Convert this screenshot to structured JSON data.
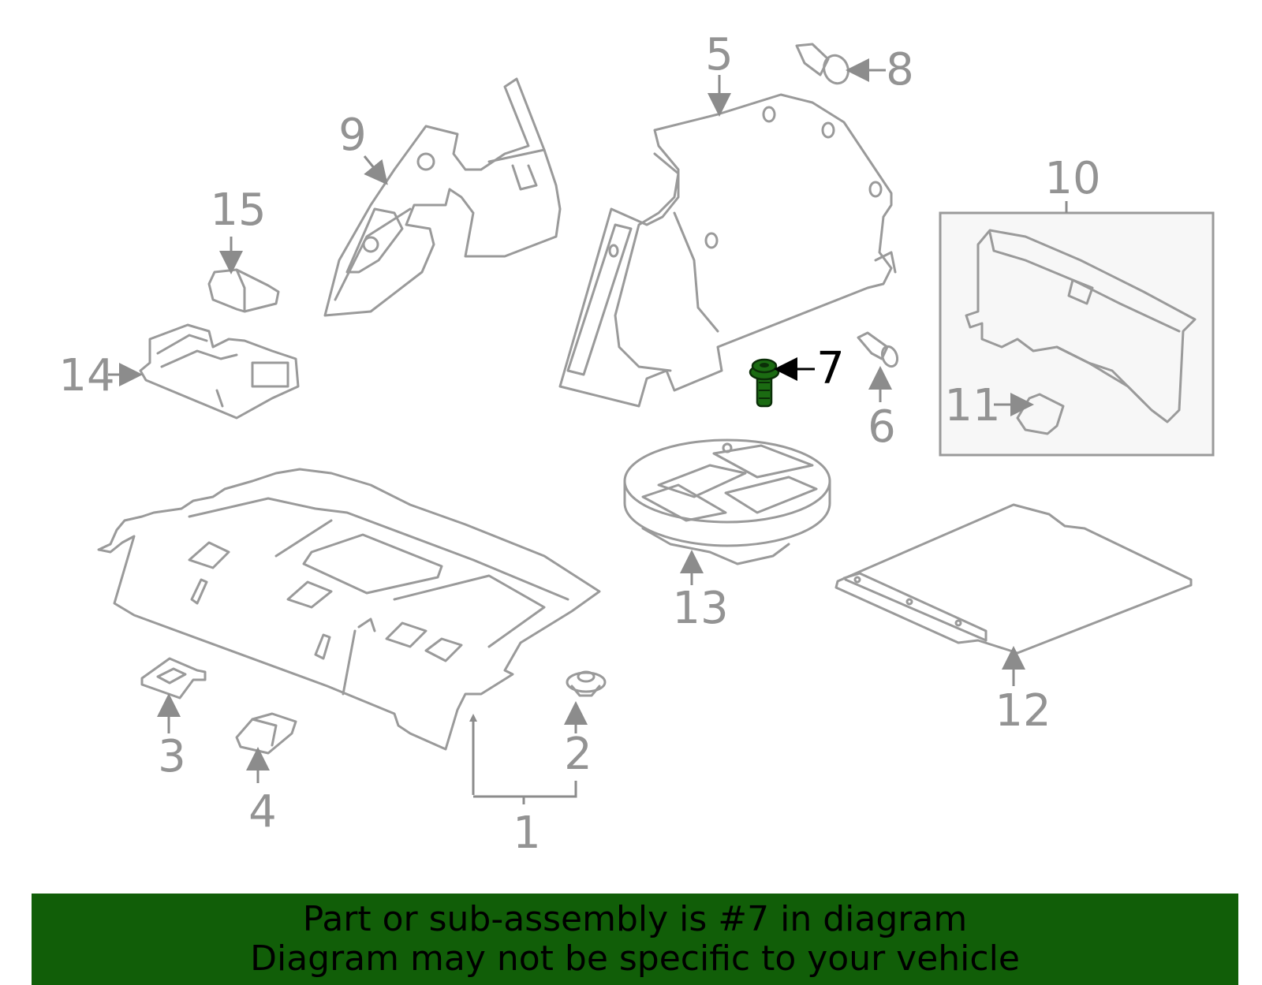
{
  "diagram": {
    "highlight_color": "#1b6b12",
    "line_color": "#9a9a9a",
    "callouts": [
      {
        "id": "1",
        "label": "1"
      },
      {
        "id": "2",
        "label": "2"
      },
      {
        "id": "3",
        "label": "3"
      },
      {
        "id": "4",
        "label": "4"
      },
      {
        "id": "5",
        "label": "5"
      },
      {
        "id": "6",
        "label": "6"
      },
      {
        "id": "7",
        "label": "7",
        "highlighted": true
      },
      {
        "id": "8",
        "label": "8"
      },
      {
        "id": "9",
        "label": "9"
      },
      {
        "id": "10",
        "label": "10"
      },
      {
        "id": "11",
        "label": "11"
      },
      {
        "id": "12",
        "label": "12"
      },
      {
        "id": "13",
        "label": "13"
      },
      {
        "id": "14",
        "label": "14"
      },
      {
        "id": "15",
        "label": "15"
      }
    ]
  },
  "banner": {
    "line1": "Part or sub-assembly is #7 in diagram",
    "line2": "Diagram may not be specific to your vehicle",
    "background": "#115e08"
  }
}
